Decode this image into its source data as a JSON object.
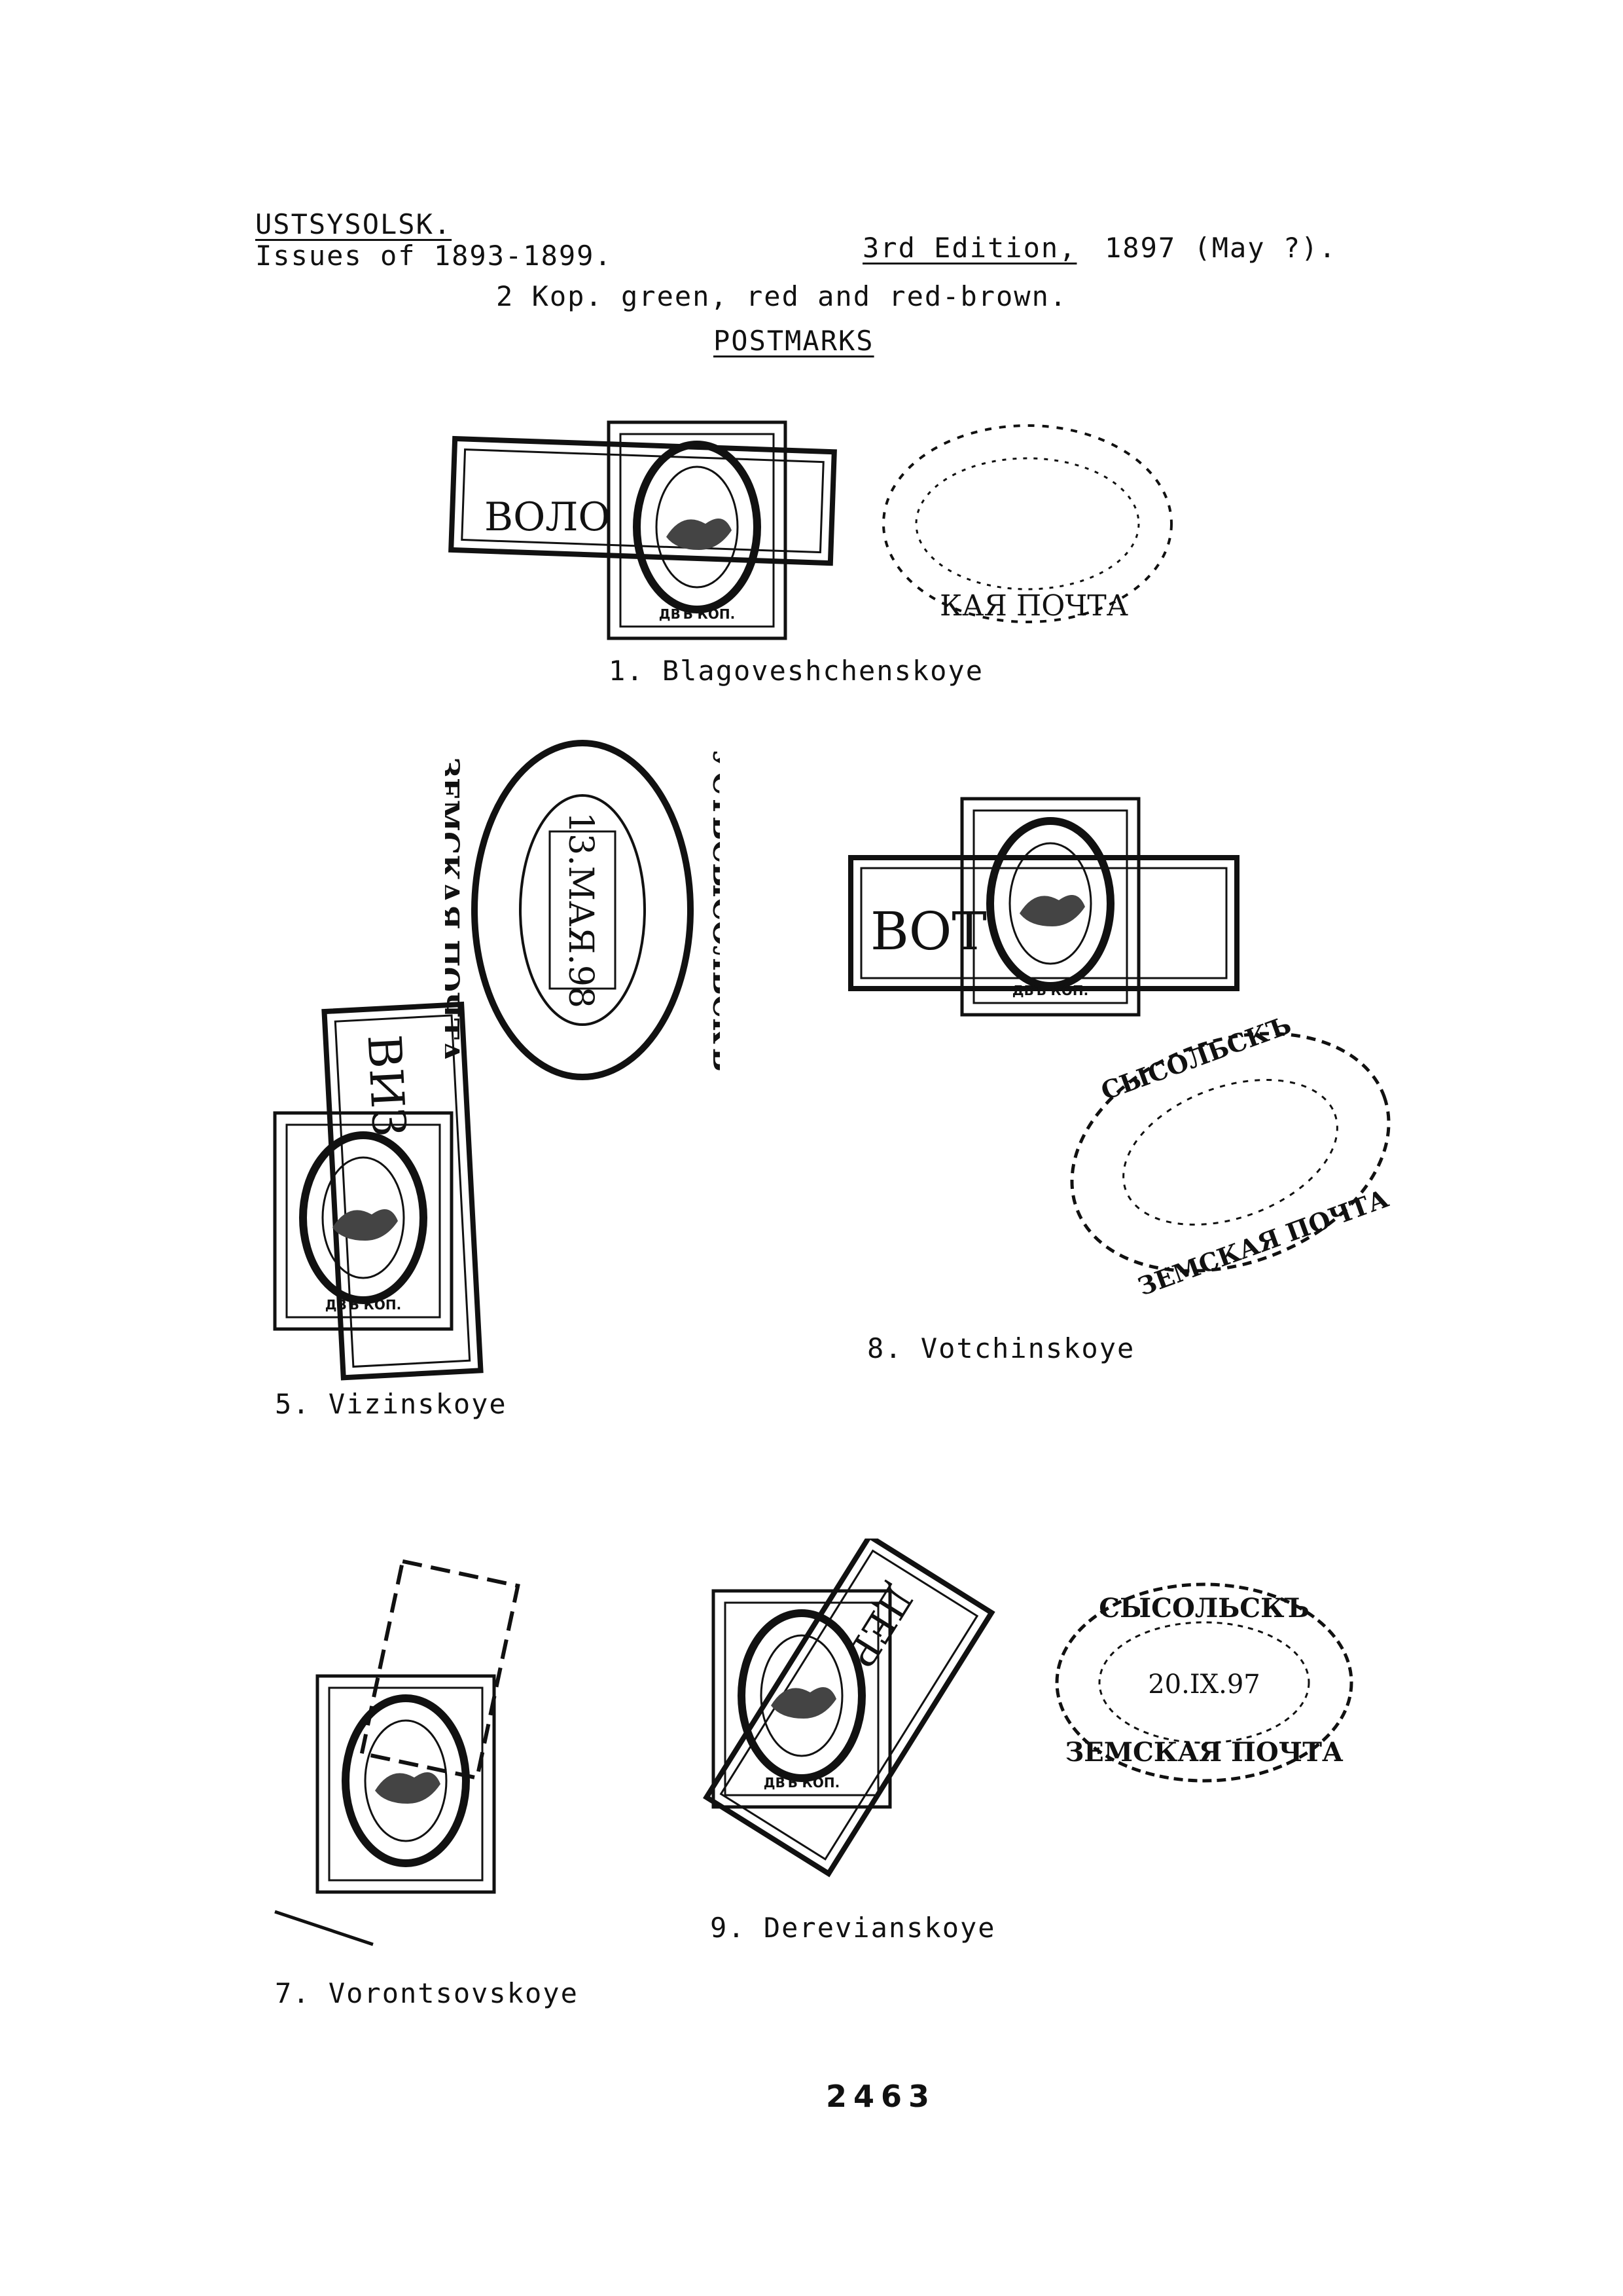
{
  "header": {
    "place": "USTSYSOLSK.",
    "issues": "Issues of 1893-1899.",
    "edition": "3rd Edition,",
    "edition_date": "1897 (May ?).",
    "value_line": "2 Kop.  green, red and red-brown.",
    "section": "POSTMARKS"
  },
  "stamp": {
    "denomination_text": "ДВЪ КОП."
  },
  "postmarks": [
    {
      "caption": "1. Blagoveshchenskoye",
      "box_text": "ВОЛО",
      "oval_bottom": "КАЯ ПОЧТА"
    },
    {
      "oval_top": "УСТЬСЫСОЛЬСКЪ",
      "oval_bottom": "ЗЕМСКАЯ ПОЧТА",
      "date": "13.МАЯ.98"
    },
    {
      "caption": "8. Votchinskoye",
      "box_text": "ВОТ",
      "oval_top": "СЫСОЛЬСКЪ",
      "oval_bottom": "ЗЕМСКАЯ ПОЧТА"
    },
    {
      "caption": "5. Vizinskoye",
      "box_text": "ВИЗ"
    },
    {
      "caption": "7. Vorontsovskoye"
    },
    {
      "caption": "9. Derevianskoye",
      "box_text": "ДЕР",
      "oval_top": "СЫСОЛЬСКЪ",
      "oval_bottom": "ЗЕМСКАЯ ПОЧТА",
      "date": "20.IX.97"
    }
  ],
  "page_number": "2463"
}
